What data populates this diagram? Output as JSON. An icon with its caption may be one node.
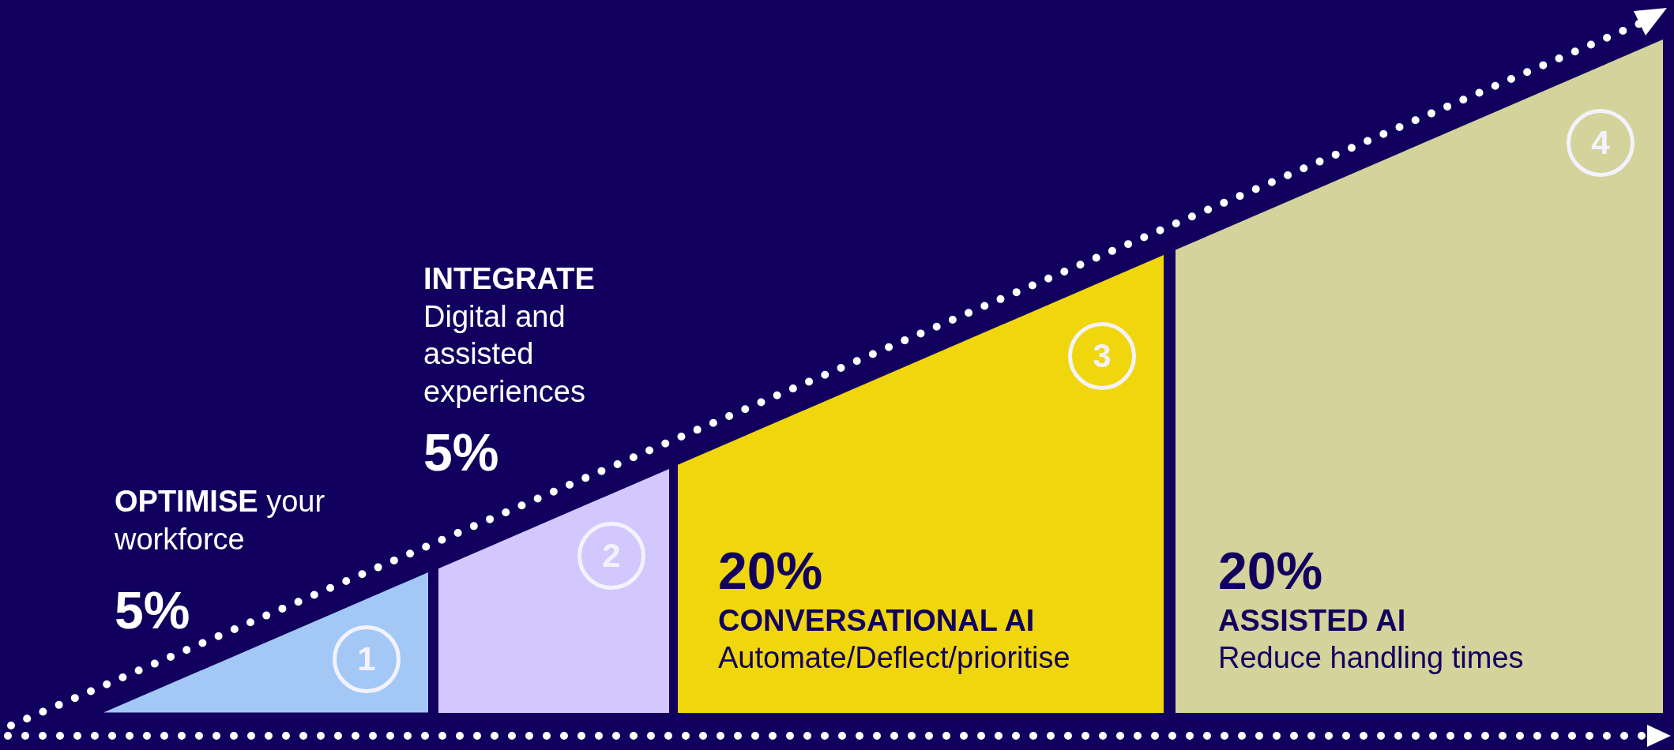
{
  "diagram": {
    "nodes": [
      {
        "text": [
          "1"
        ],
        "beside": [
          "**OPTIMISE** your workforce",
          "5%"
        ]
      },
      {
        "text": [
          "2"
        ],
        "beside": [
          "**INTEGRATE** Digital and assisted experiences",
          "5%"
        ]
      },
      {
        "text": [
          "3",
          "20%",
          "**CONVERSATIONAL AI** Automate/Deflect/prioritise"
        ]
      },
      {
        "text": [
          "4",
          "20%",
          "**ASSISTED AI** Reduce handling times"
        ]
      }
    ]
  }
}
